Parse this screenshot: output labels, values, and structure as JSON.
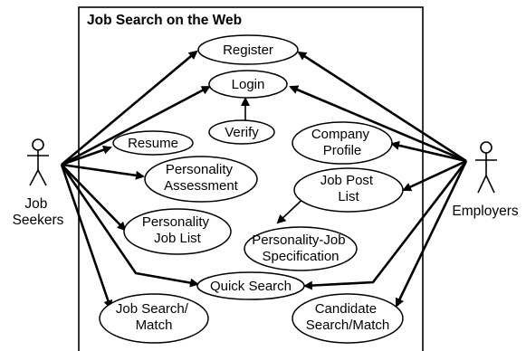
{
  "system": {
    "title": "Job Search on the Web"
  },
  "actors": {
    "job_seekers": [
      "Job",
      "Seekers"
    ],
    "employers": [
      "Employers"
    ]
  },
  "use_cases": {
    "register": [
      "Register"
    ],
    "login": [
      "Login"
    ],
    "verify": [
      "Verify"
    ],
    "resume": [
      "Resume"
    ],
    "company_profile": [
      "Company",
      "Profile"
    ],
    "personality_assessment": [
      "Personality",
      "Assessment"
    ],
    "job_post_list": [
      "Job Post",
      "List"
    ],
    "personality_job_list": [
      "Personality",
      "Job List"
    ],
    "personality_job_specification": [
      "Personality-Job",
      "Specification"
    ],
    "quick_search": [
      "Quick Search"
    ],
    "job_search_match": [
      "Job Search/",
      "Match"
    ],
    "candidate_search_match": [
      "Candidate",
      "Search/Match"
    ]
  }
}
